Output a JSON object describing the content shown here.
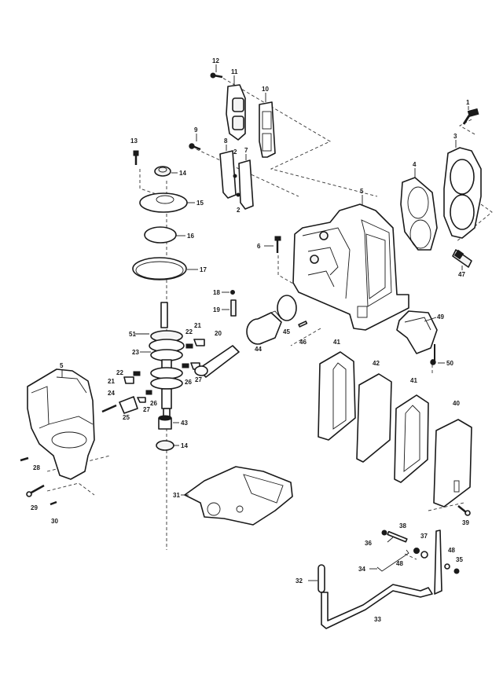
{
  "diagram": {
    "title": "Outboard powerhead exploded parts diagram",
    "callouts": [
      {
        "id": "c1",
        "text": "1"
      },
      {
        "id": "c2a",
        "text": "2"
      },
      {
        "id": "c2b",
        "text": "2"
      },
      {
        "id": "c3",
        "text": "3"
      },
      {
        "id": "c4",
        "text": "4"
      },
      {
        "id": "c5a",
        "text": "5"
      },
      {
        "id": "c5b",
        "text": "5"
      },
      {
        "id": "c6",
        "text": "6"
      },
      {
        "id": "c7",
        "text": "7"
      },
      {
        "id": "c8",
        "text": "8"
      },
      {
        "id": "c9",
        "text": "9"
      },
      {
        "id": "c10",
        "text": "10"
      },
      {
        "id": "c11",
        "text": "11"
      },
      {
        "id": "c12",
        "text": "12"
      },
      {
        "id": "c13",
        "text": "13"
      },
      {
        "id": "c14a",
        "text": "14"
      },
      {
        "id": "c14b",
        "text": "14"
      },
      {
        "id": "c15",
        "text": "15"
      },
      {
        "id": "c16",
        "text": "16"
      },
      {
        "id": "c17",
        "text": "17"
      },
      {
        "id": "c18",
        "text": "18"
      },
      {
        "id": "c19",
        "text": "19"
      },
      {
        "id": "c20",
        "text": "20"
      },
      {
        "id": "c21a",
        "text": "21"
      },
      {
        "id": "c21b",
        "text": "21"
      },
      {
        "id": "c22a",
        "text": "22"
      },
      {
        "id": "c22b",
        "text": "22"
      },
      {
        "id": "c23",
        "text": "23"
      },
      {
        "id": "c24",
        "text": "24"
      },
      {
        "id": "c25",
        "text": "25"
      },
      {
        "id": "c26a",
        "text": "26"
      },
      {
        "id": "c26b",
        "text": "26"
      },
      {
        "id": "c27a",
        "text": "27"
      },
      {
        "id": "c27b",
        "text": "27"
      },
      {
        "id": "c28",
        "text": "28"
      },
      {
        "id": "c29",
        "text": "29"
      },
      {
        "id": "c30",
        "text": "30"
      },
      {
        "id": "c31",
        "text": "31"
      },
      {
        "id": "c32",
        "text": "32"
      },
      {
        "id": "c33",
        "text": "33"
      },
      {
        "id": "c34",
        "text": "34"
      },
      {
        "id": "c35",
        "text": "35"
      },
      {
        "id": "c36",
        "text": "36"
      },
      {
        "id": "c37",
        "text": "37"
      },
      {
        "id": "c38",
        "text": "38"
      },
      {
        "id": "c39",
        "text": "39"
      },
      {
        "id": "c40",
        "text": "40"
      },
      {
        "id": "c41a",
        "text": "41"
      },
      {
        "id": "c41b",
        "text": "41"
      },
      {
        "id": "c42",
        "text": "42"
      },
      {
        "id": "c43",
        "text": "43"
      },
      {
        "id": "c44",
        "text": "44"
      },
      {
        "id": "c45",
        "text": "45"
      },
      {
        "id": "c46",
        "text": "46"
      },
      {
        "id": "c47",
        "text": "47"
      },
      {
        "id": "c48a",
        "text": "48"
      },
      {
        "id": "c48b",
        "text": "48"
      },
      {
        "id": "c49",
        "text": "49"
      },
      {
        "id": "c50",
        "text": "50"
      },
      {
        "id": "c51",
        "text": "51"
      }
    ]
  }
}
